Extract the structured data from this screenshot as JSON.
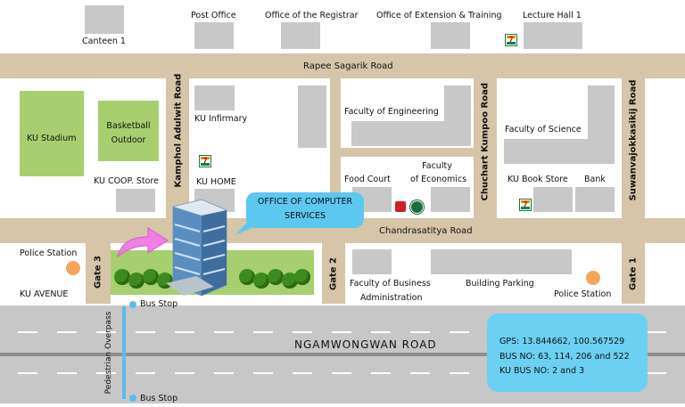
{
  "roads": {
    "rapee": "Rapee Sagarik Road",
    "chandrasatitya": "Chandrasatitya Road",
    "kamphol": "Kamphol Adulwit Road",
    "chuchart": "Chuchart Kumpoo Road",
    "suwanvajok": "Suwanvajokkasikij Road",
    "ngamwongwan": "NGAMWONGWAN ROAD",
    "overpass": "Pedestrian Overpass"
  },
  "gates": {
    "g1": "Gate 1",
    "g2": "Gate 2",
    "g3": "Gate 3"
  },
  "places": {
    "post_office": "Post Office",
    "registrar": "Office of the Registrar",
    "extension": "Office of Extension & Training",
    "lecture_hall": "Lecture Hall 1",
    "canteen": "Canteen 1",
    "stadium": "KU Stadium",
    "basketball_1": "Basketball",
    "basketball_2": "Outdoor",
    "infirmary": "KU Infirmary",
    "coop": "KU COOP. Store",
    "ku_home": "KU HOME",
    "engineering": "Faculty of Engineering",
    "food_court": "Food Court",
    "economics_1": "Faculty",
    "economics_2": "of Economics",
    "science": "Faculty of Science",
    "book_store": "KU Book Store",
    "bank": "Bank",
    "police_left": "Police Station",
    "police_right": "Police Station",
    "ku_avenue": "KU AVENUE",
    "business_1": "Faculty of Business",
    "business_2": "Administration",
    "building_parking": "Building Parking",
    "bus_stop_top": "Bus Stop",
    "bus_stop_bottom": "Bus Stop",
    "seven_eleven": "7"
  },
  "callout": {
    "line1": "OFFICE OF COMPUTER",
    "line2": "SERVICES"
  },
  "info": {
    "gps": "GPS: 13.844662, 100.567529",
    "bus": "BUS NO: 63, 114, 206 and 522",
    "ku_bus": "KU BUS NO: 2 and 3"
  },
  "colors": {
    "road": "#d6c5a9",
    "building": "#c8c8c8",
    "green_area": "#a7cf70",
    "callout": "#5cc8f0",
    "marker": "#f5a55a",
    "arrow": "#f07ee6"
  },
  "icons": [
    "seven-eleven-icon",
    "starbucks-icon",
    "food-icon",
    "arrow-icon",
    "office-building-icon",
    "tree-icon",
    "bus-stop-icon"
  ]
}
